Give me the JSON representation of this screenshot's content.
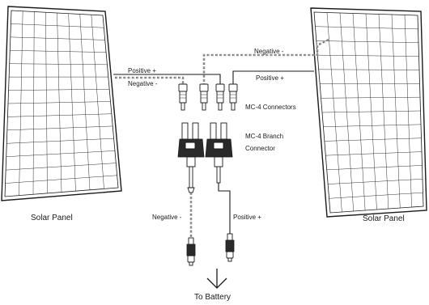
{
  "labels": {
    "positive_top_left": "Positive +",
    "negative_top_left": "Negative -",
    "negative_top_right": "Negative -",
    "positive_top_right": "Positive +",
    "mc4_connectors": "MC-4 Connectors",
    "branch_line1": "MC-4 Branch",
    "branch_line2": "Connector",
    "negative_bottom": "Negative -",
    "positive_bottom": "Positive +",
    "solar_panel_left": "Solar Panel",
    "solar_panel_right": "Solar Panel",
    "to_battery": "To Battery"
  },
  "icons": {
    "panels": "solar-panel-icon",
    "connectors": "mc4-connector-icon",
    "branch": "branch-connector-icon",
    "arrow": "arrow-down-icon"
  },
  "colors": {
    "line": "#1a1a1a",
    "negative_wire": "#9a9a9a",
    "background": "#ffffff"
  }
}
